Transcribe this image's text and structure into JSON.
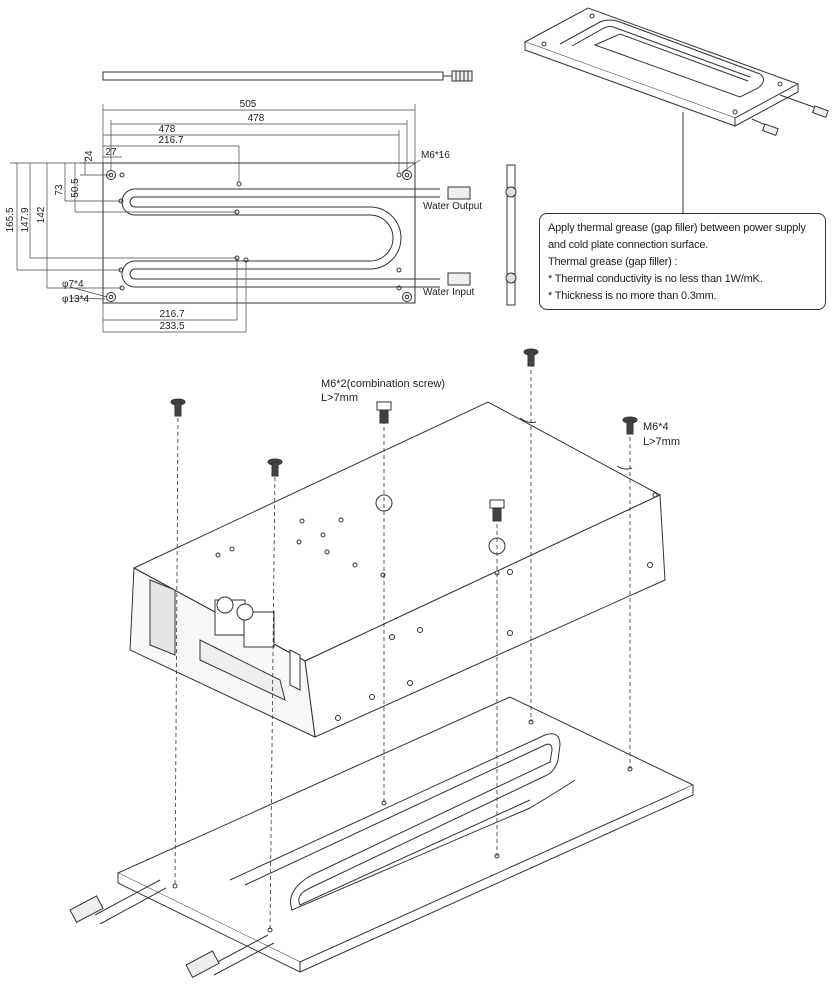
{
  "top_view": {
    "dims": {
      "overall": "505",
      "hole_span": "478",
      "hole_span_short": "478",
      "pipe_center": "216.7",
      "v24": "24",
      "v27": "27",
      "v73": "73",
      "v50_5": "50.5",
      "v142": "142",
      "v147_9": "147.9",
      "v165_5": "165.5",
      "bottom_216_7": "216.7",
      "bottom_233_5": "233.5"
    },
    "screw_label": "M6*16",
    "hole_small": "φ7*4",
    "hole_large": "φ13*4",
    "water_output": "Water Output",
    "water_input": "Water Input"
  },
  "note": {
    "line1": "Apply thermal grease (gap filler) between power supply",
    "line2": "and cold plate connection surface.",
    "line3": "Thermal grease (gap filler) :",
    "line4": "* Thermal conductivity is no less than 1W/mK.",
    "line5": "* Thickness is no more than 0.3mm."
  },
  "assembly": {
    "combo_screw": "M6*2(combination screw)",
    "combo_len": "L>7mm",
    "screw4": "M6*4",
    "screw4_len": "L>7mm"
  }
}
